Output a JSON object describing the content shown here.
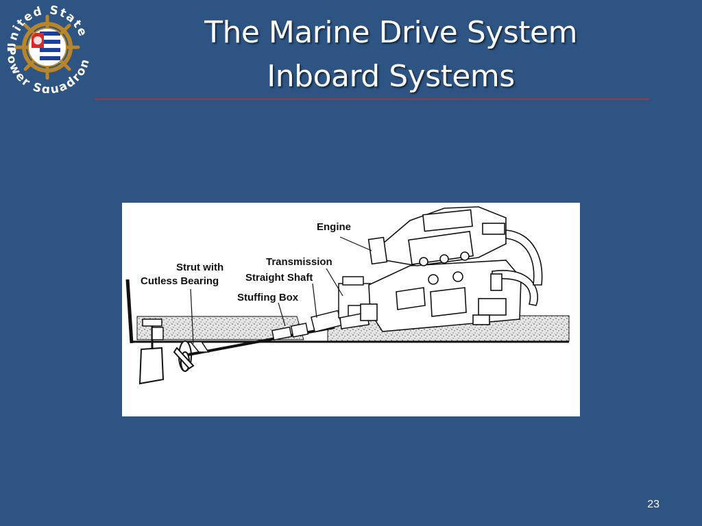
{
  "logo": {
    "text_top": "United States",
    "text_bottom": "Power Squadrons",
    "icon": "ship-wheel-flag-emblem"
  },
  "slide": {
    "title_line1": "The Marine Drive System",
    "title_line2": "Inboard Systems",
    "page_number": "23"
  },
  "diagram": {
    "labels": {
      "engine": "Engine",
      "transmission": "Transmission",
      "straight_shaft": "Straight Shaft",
      "strut_line1": "Strut with",
      "strut_line2": "Cutless Bearing",
      "stuffing_box": "Stuffing Box"
    }
  },
  "colors": {
    "background": "#2d5483",
    "rule": "#b0303a",
    "title": "#ffffff"
  }
}
